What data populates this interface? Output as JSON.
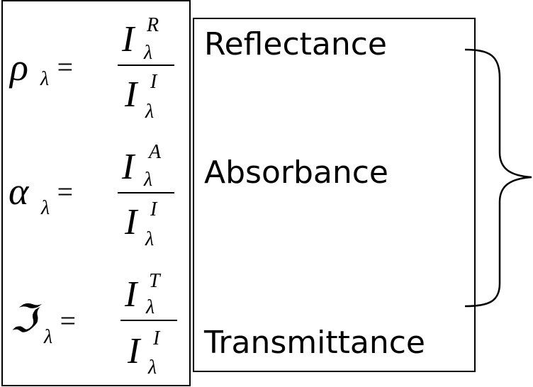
{
  "equations": [
    {
      "symbol": "ρ",
      "subscript": "λ",
      "equals": "=",
      "numerator": "I",
      "numerator_sub": "λ",
      "numerator_sup": "R",
      "denominator": "I",
      "denominator_sub": "λ",
      "denominator_sup": "I"
    },
    {
      "symbol": "α",
      "subscript": "λ",
      "equals": "=",
      "numerator": "I",
      "numerator_sub": "λ",
      "numerator_sup": "A",
      "denominator": "I",
      "denominator_sub": "λ",
      "denominator_sup": "I"
    },
    {
      "symbol": "ℑ",
      "subscript": "λ",
      "equals": "=",
      "numerator": "I",
      "numerator_sub": "λ",
      "numerator_sup": "T",
      "denominator": "I",
      "denominator_sub": "λ",
      "denominator_sup": "I"
    }
  ],
  "labels": [
    "Reflectance",
    "Absorbance",
    "Transmittance"
  ]
}
